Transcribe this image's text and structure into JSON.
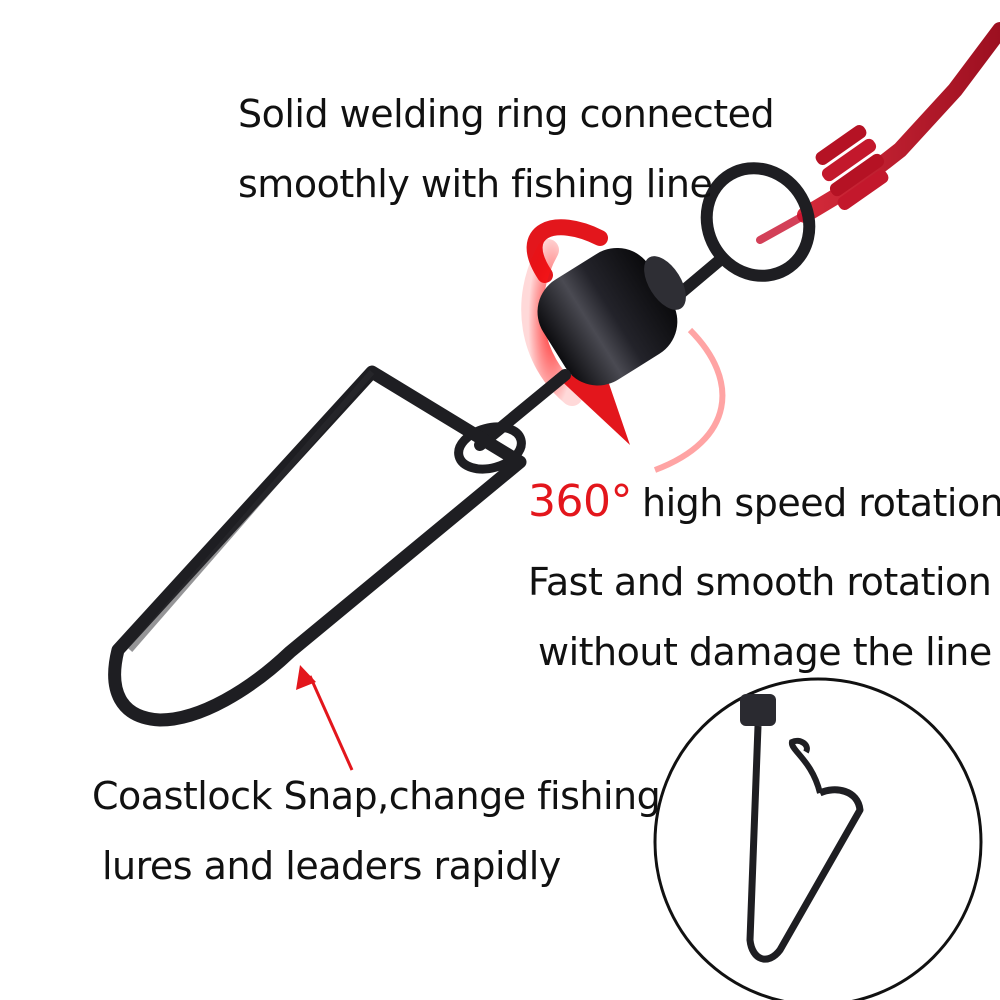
{
  "captions": {
    "ring_line1": "Solid welding ring connected",
    "ring_line2": "smoothly with fishing line",
    "rotation_accent": "360°",
    "rotation_rest": "high speed rotation",
    "smooth_line1": "Fast and smooth rotation",
    "smooth_line2": "without damage the line",
    "snap_line1": "Coastlock Snap,change fishing",
    "snap_line2": "lures and leaders rapidly"
  },
  "colors": {
    "accent_red": "#e3161c",
    "line_red": "#c8102e",
    "metal_dark": "#1e1e22",
    "text": "#111111",
    "background": "#ffffff"
  }
}
